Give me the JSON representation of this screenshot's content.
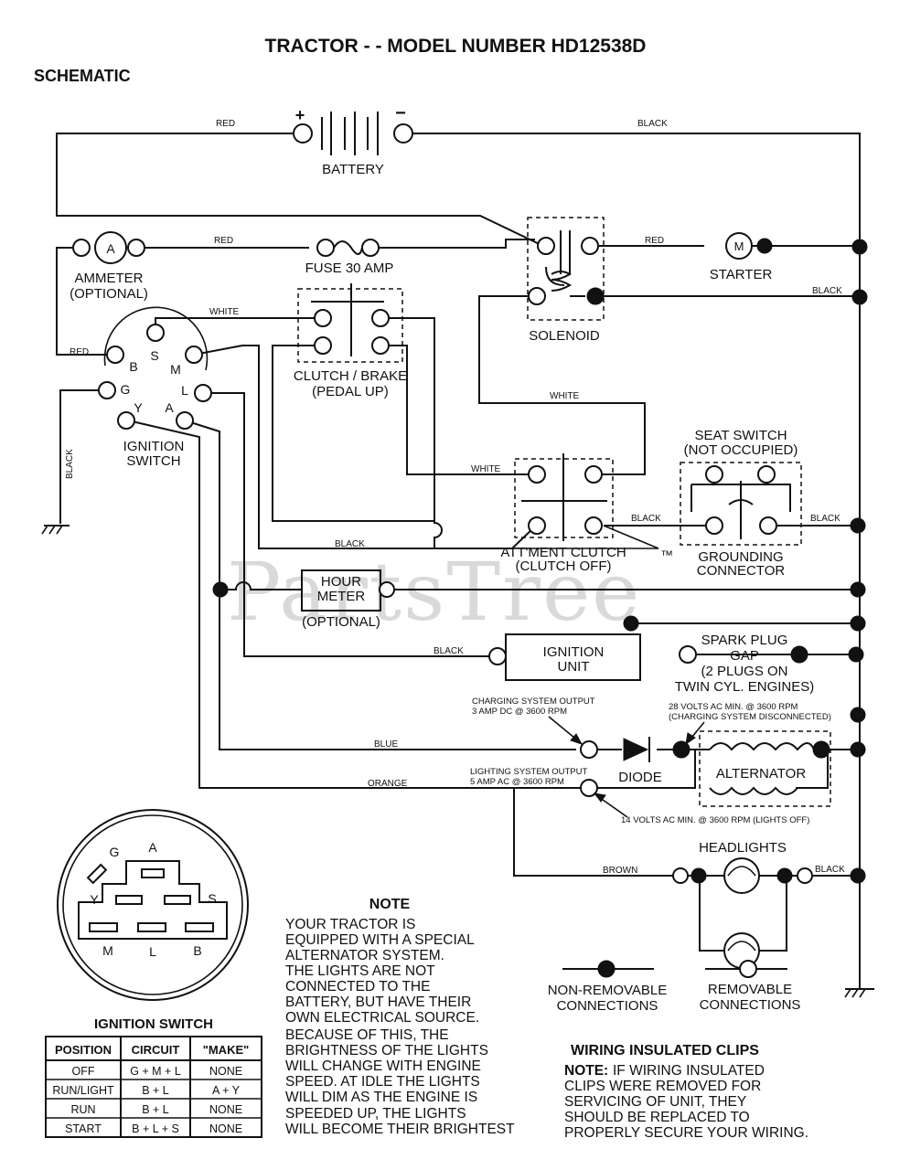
{
  "title": "TRACTOR - - MODEL NUMBER HD12538D",
  "subtitle": "SCHEMATIC",
  "watermark": "PartsTree",
  "trademark": "™",
  "battery": {
    "label": "BATTERY",
    "plus": "+",
    "minus": "−"
  },
  "wire_colors": {
    "red": "RED",
    "black": "BLACK",
    "white": "WHITE",
    "blue": "BLUE",
    "orange": "ORANGE",
    "brown": "BROWN"
  },
  "components": {
    "ammeter": {
      "symbol": "A",
      "line1": "AMMETER",
      "line2": "(OPTIONAL)"
    },
    "fuse": "FUSE 30 AMP",
    "starter": {
      "symbol": "M",
      "label": "STARTER"
    },
    "solenoid": "SOLENOID",
    "clutch_brake": {
      "line1": "CLUTCH / BRAKE",
      "line2": "(PEDAL UP)"
    },
    "ignition_switch": {
      "line1": "IGNITION",
      "line2": "SWITCH",
      "terminals": [
        "S",
        "B",
        "M",
        "G",
        "L",
        "Y",
        "A"
      ]
    },
    "seat_switch": {
      "line1": "SEAT SWITCH",
      "line2": "(NOT OCCUPIED)"
    },
    "grounding": {
      "line1": "GROUNDING",
      "line2": "CONNECTOR"
    },
    "attment_clutch": {
      "line1": "ATT'MENT CLUTCH",
      "line2": "(CLUTCH OFF)"
    },
    "hour_meter": {
      "line1": "HOUR",
      "line2": "METER",
      "line3": "(OPTIONAL)"
    },
    "ignition_unit": {
      "line1": "IGNITION",
      "line2": "UNIT"
    },
    "spark_plug": {
      "line1": "SPARK PLUG",
      "line2": "GAP",
      "line3": "(2 PLUGS ON",
      "line4": "TWIN CYL. ENGINES)"
    },
    "diode": "DIODE",
    "alternator": "ALTERNATOR",
    "headlights": "HEADLIGHTS"
  },
  "annotations": {
    "charging_output": {
      "line1": "CHARGING SYSTEM OUTPUT",
      "line2": "3 AMP DC @ 3600 RPM"
    },
    "volts_28": {
      "line1": "28 VOLTS AC MIN. @ 3600 RPM",
      "line2": "(CHARGING SYSTEM DISCONNECTED)"
    },
    "lighting_output": {
      "line1": "LIGHTING SYSTEM OUTPUT",
      "line2": "5 AMP AC @ 3600 RPM"
    },
    "volts_14": "14 VOLTS AC MIN. @ 3600 RPM (LIGHTS OFF)"
  },
  "plug_face": {
    "labels": [
      "G",
      "A",
      "Y",
      "S",
      "M",
      "L",
      "B"
    ]
  },
  "ignition_table": {
    "title": "IGNITION SWITCH",
    "headers": [
      "POSITION",
      "CIRCUIT",
      "\"MAKE\""
    ],
    "rows": [
      [
        "OFF",
        "G + M + L",
        "NONE"
      ],
      [
        "RUN/LIGHT",
        "B + L",
        "A + Y"
      ],
      [
        "RUN",
        "B + L",
        "NONE"
      ],
      [
        "START",
        "B + L + S",
        "NONE"
      ]
    ]
  },
  "note": {
    "title": "NOTE",
    "lines": [
      "YOUR TRACTOR IS",
      "EQUIPPED WITH A SPECIAL",
      "ALTERNATOR SYSTEM.",
      "THE LIGHTS ARE NOT",
      "CONNECTED TO THE",
      "BATTERY, BUT HAVE THEIR",
      "OWN ELECTRICAL SOURCE.",
      "BECAUSE OF THIS, THE",
      "BRIGHTNESS OF THE LIGHTS",
      "WILL CHANGE WITH ENGINE",
      "SPEED.  AT IDLE THE LIGHTS",
      "WILL DIM   AS THE ENGINE IS",
      "SPEEDED UP, THE LIGHTS",
      "WILL BECOME THEIR BRIGHTEST"
    ]
  },
  "legend": {
    "non_removable": {
      "line1": "NON-REMOVABLE",
      "line2": "CONNECTIONS"
    },
    "removable": {
      "line1": "REMOVABLE",
      "line2": "CONNECTIONS"
    }
  },
  "clips": {
    "title": "WIRING INSULATED CLIPS",
    "note_label": "NOTE:",
    "lines": [
      "IF WIRING INSULATED",
      "CLIPS WERE REMOVED FOR",
      "SERVICING OF UNIT, THEY",
      "SHOULD BE REPLACED TO",
      "PROPERLY SECURE YOUR WIRING."
    ]
  }
}
